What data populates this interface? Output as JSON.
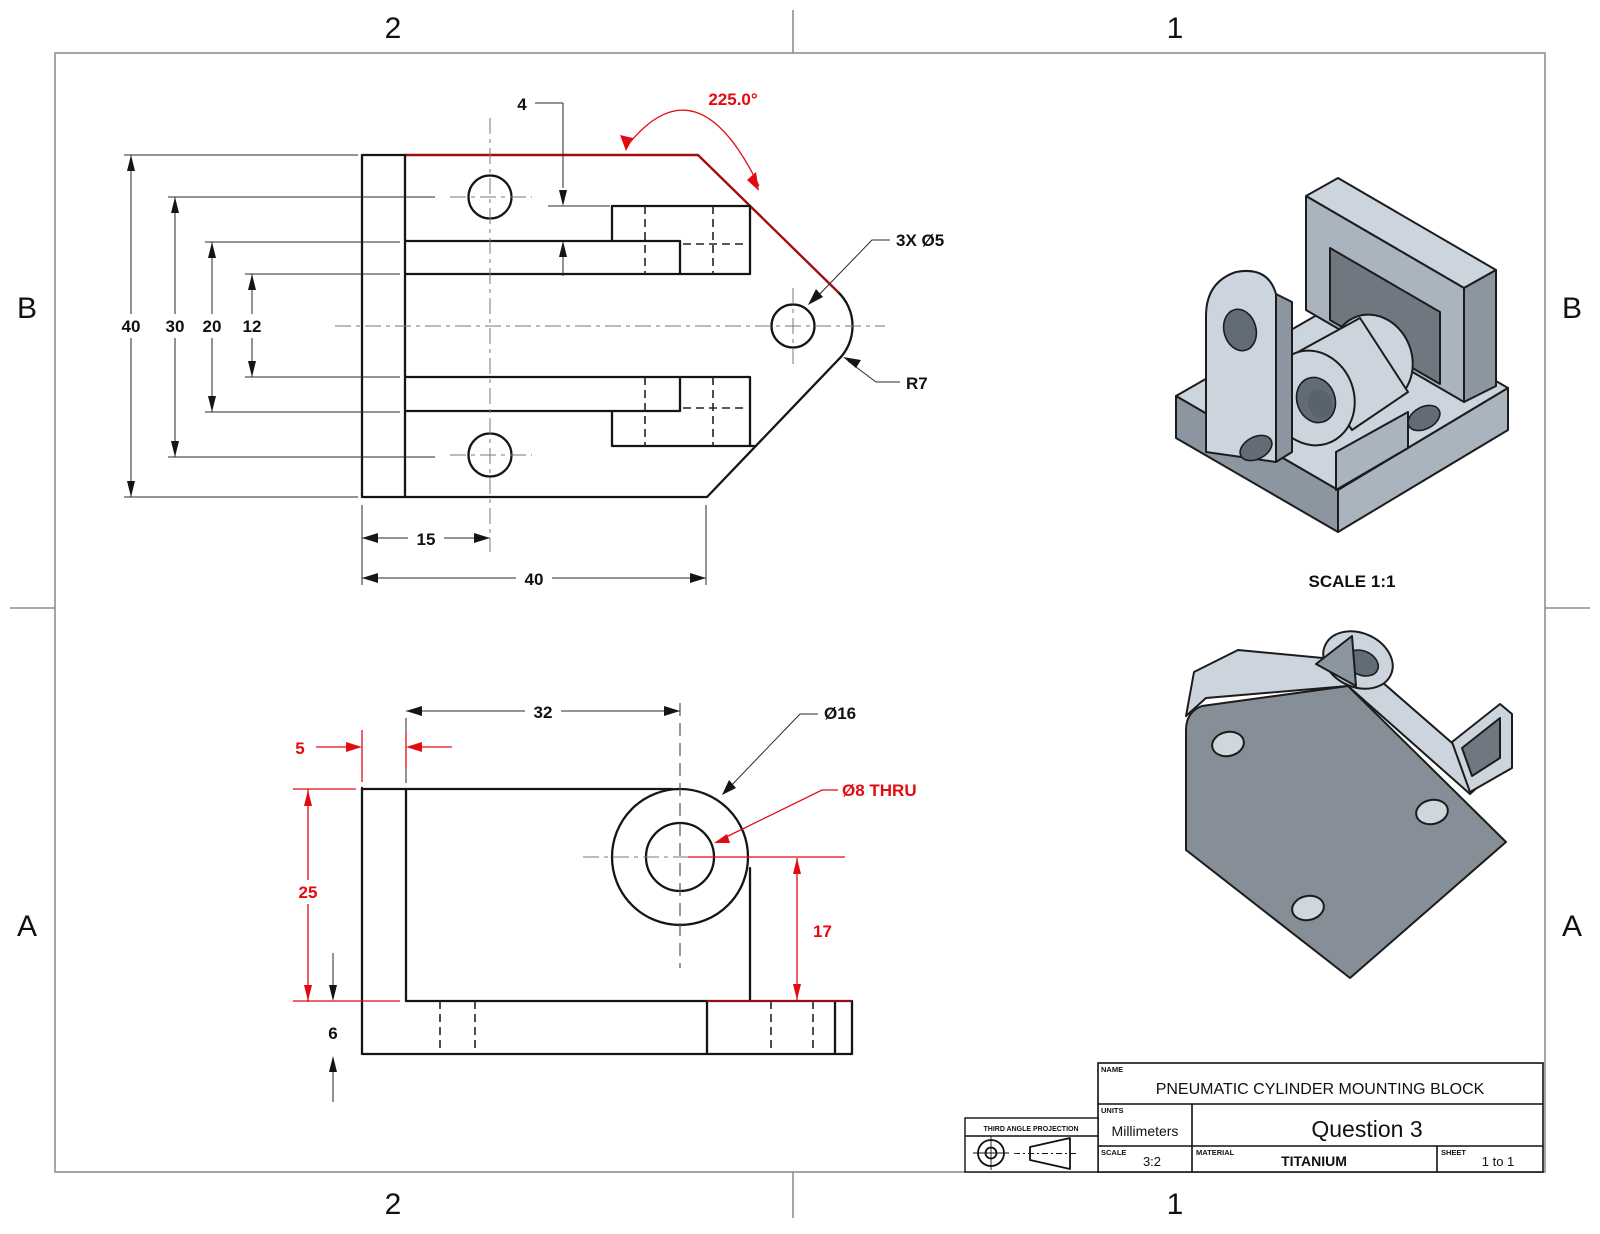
{
  "sheet": {
    "zones": {
      "top_left": "2",
      "top_right": "1",
      "bottom_left": "2",
      "bottom_right": "1",
      "left_upper": "B",
      "left_lower": "A",
      "right_upper": "B",
      "right_lower": "A"
    }
  },
  "top_view": {
    "dims": {
      "h40": "40",
      "h30": "30",
      "h20": "20",
      "h12": "12",
      "step4": "4",
      "w15": "15",
      "w40": "40"
    },
    "notes": {
      "angle": "225.0°",
      "holes": "3X Ø5",
      "tip_radius": "R7"
    }
  },
  "front_view": {
    "dims": {
      "w32": "32",
      "wall5": "5",
      "h25": "25",
      "h17": "17",
      "base6": "6"
    },
    "notes": {
      "boss_dia": "Ø16",
      "hole_dia": "Ø8 THRU"
    }
  },
  "iso_views": {
    "scale_note": "SCALE 1:1"
  },
  "title_block": {
    "name_label": "NAME",
    "name_value": "PNEUMATIC CYLINDER MOUNTING BLOCK",
    "units_label": "UNITS",
    "units_value": "Millimeters",
    "scale_label": "SCALE",
    "scale_value": "3:2",
    "material_label": "MATERIAL",
    "material_value": "TITANIUM",
    "sheet_label": "SHEET",
    "sheet_value": "1 to 1",
    "question": "Question 3",
    "projection_label": "THIRD ANGLE PROJECTION"
  },
  "colors": {
    "dim_red": "#e30a12",
    "edge_highlight": "#a00f0f"
  }
}
